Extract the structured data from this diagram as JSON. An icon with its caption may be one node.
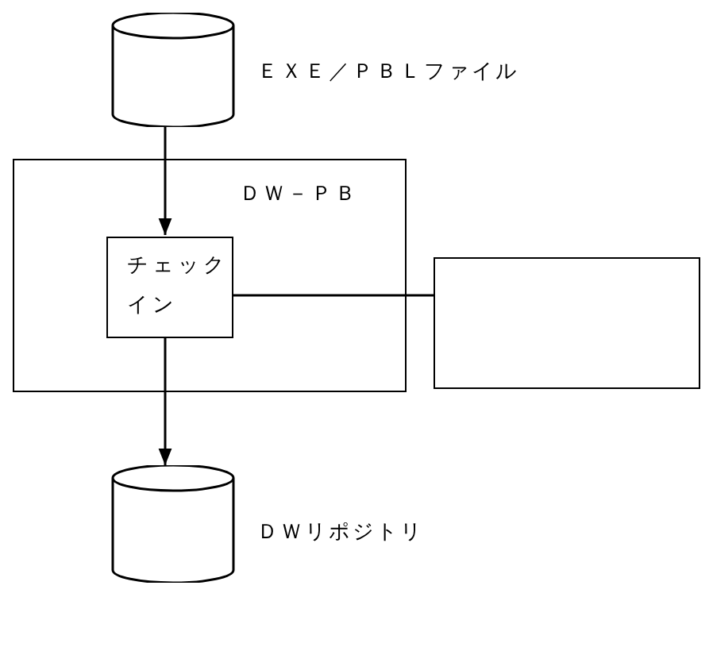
{
  "diagram": {
    "nodes": [
      {
        "text": [],
        "shape": "cylinder",
        "beside": [
          "ＥＸＥ／ＰＢＬファイル"
        ]
      },
      {
        "text": [
          "ＤＷ－ＰＢ"
        ]
      },
      {
        "text": [
          "チェックイン"
        ],
        "in": 1
      },
      {
        "text": [],
        "shape": "box"
      },
      {
        "text": [],
        "shape": "cylinder",
        "beside": [
          "ＤＷリポジトリ"
        ]
      }
    ],
    "edges": [
      {
        "from": 0,
        "to": 2,
        "arrow": "to"
      },
      {
        "from": 2,
        "to": 4,
        "arrow": "to"
      },
      {
        "from": 2,
        "to": 3,
        "arrow": "none"
      }
    ]
  }
}
